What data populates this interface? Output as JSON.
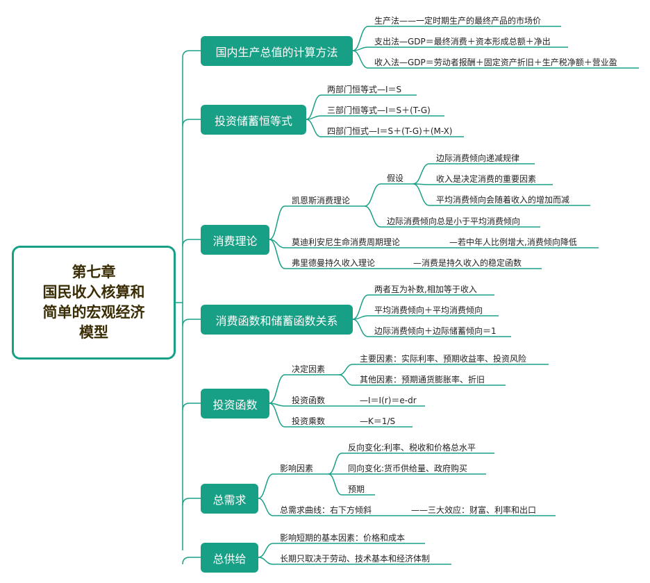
{
  "root": {
    "title": "第七章\n国民收入核算和\n简单的宏观经济\n模型"
  },
  "branches": {
    "gdp": {
      "title": "国内生产总值的计算方法",
      "items": [
        "生产法——一定时期生产的最终产品的市场价",
        "支出法—GDP＝最终消费＋资本形成总额＋净出",
        "收入法—GDP＝劳动者报酬＋固定资产折旧＋生产税净额＋营业盈"
      ]
    },
    "identity": {
      "title": "投资储蓄恒等式",
      "items": [
        "两部门恒等式—I＝S",
        "三部门恒等式—I＝S＋(T-G)",
        "四部门恒式—I＝S＋(T-G)＋(M-X)"
      ]
    },
    "consumption": {
      "title": "消费理论",
      "keynes": "凯恩斯消费理论",
      "hypothesis": "假设",
      "hypothesis_items": [
        "边际消费倾向递减规律",
        "收入是决定消费的重要因素",
        "平均消费倾向会随着收入的增加而减"
      ],
      "keynes_extra": "边际消费倾向总是小于平均消费倾向",
      "modigliani": "莫迪利安尼生命消费周期理论",
      "modigliani_note": "—若中年人比例增大,消费倾向降低",
      "friedman": "弗里德曼持久收入理论",
      "friedman_note": "—消费是持久收入的稳定函数"
    },
    "relation": {
      "title": "消费函数和储蓄函数关系",
      "items": [
        "两者互为补数,相加等于收入",
        "平均消费倾向＋平均消费倾向",
        "边际消费倾向＋边际储蓄倾向＝1"
      ]
    },
    "investment": {
      "title": "投资函数",
      "factors": "决定因素",
      "factor_items": [
        "主要因素：实际利率、预期收益率、投资风险",
        "其他因素：预期通货膨胀率、折旧"
      ],
      "function": "投资函数",
      "function_note": "—I＝I(r)＝e-dr",
      "multiplier": "投资乘数",
      "multiplier_note": "—K＝1/S"
    },
    "demand": {
      "title": "总需求",
      "factors": "影响因素",
      "factor_items": [
        "反向变化:利率、税收和价格总水平",
        "同向变化:货币供给量、政府购买",
        "预期"
      ],
      "curve": "总需求曲线：右下方倾斜",
      "curve_note": "——三大效应：财富、利率和出口"
    },
    "supply": {
      "title": "总供给",
      "items": [
        "影响短期的基本因素：价格和成本",
        "长期只取决于劳动、技术基本和经济体制"
      ]
    }
  },
  "colors": {
    "accent": "#17a085",
    "root_text": "#3a2d05",
    "leaf_text": "#222222",
    "background": "#ffffff"
  }
}
